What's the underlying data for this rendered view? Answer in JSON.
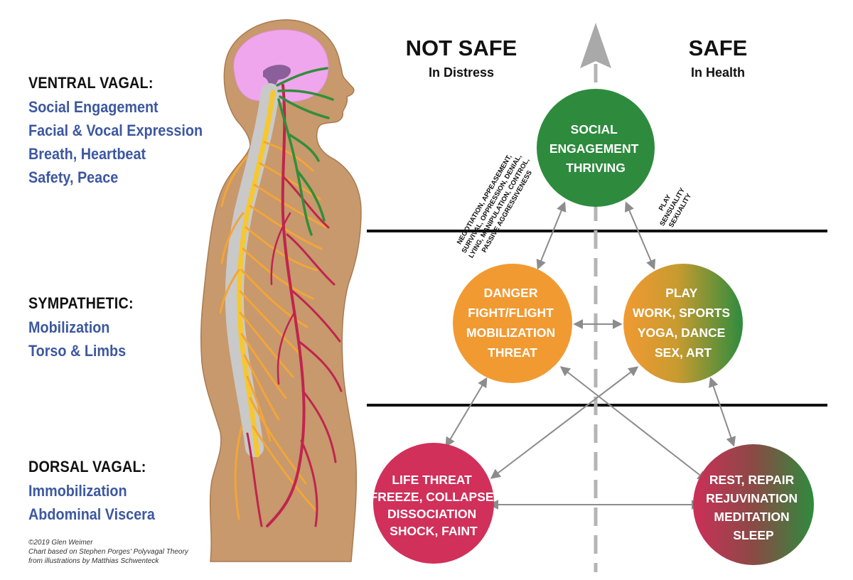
{
  "left_labels": {
    "ventral": {
      "title": "VENTRAL VAGAL:",
      "lines": [
        "Social Engagement",
        "Facial & Vocal Expression",
        "Breath, Heartbeat",
        "Safety, Peace"
      ]
    },
    "sympathetic": {
      "title": "SYMPATHETIC:",
      "lines": [
        "Mobilization",
        "Torso & Limbs"
      ]
    },
    "dorsal": {
      "title": "DORSAL VAGAL:",
      "lines": [
        "Immobilization",
        "Abdominal Viscera"
      ]
    }
  },
  "credits": [
    "©2019 Glen Weimer",
    "Chart based on Stephen Porges' Polyvagal Theory",
    "from illustrations by Matthias Schwenteck"
  ],
  "headers": {
    "not_safe": {
      "title": "NOT SAFE",
      "subtitle": "In Distress"
    },
    "safe": {
      "title": "SAFE",
      "subtitle": "In Health"
    }
  },
  "circles": {
    "social": {
      "lines": [
        "SOCIAL",
        "ENGAGEMENT",
        "THRIVING"
      ],
      "color": "#2e8b3e"
    },
    "danger": {
      "lines": [
        "DANGER",
        "FIGHT/FLIGHT",
        "MOBILIZATION",
        "THREAT"
      ],
      "color": "#f19a32"
    },
    "play": {
      "lines": [
        "PLAY",
        "WORK, SPORTS",
        "YOGA, DANCE",
        "SEX, ART"
      ],
      "color_from": "#f19a32",
      "color_to": "#2e8b3e"
    },
    "life_threat": {
      "lines": [
        "LIFE THREAT",
        "FREEZE, COLLAPSE",
        "DISSOCIATION",
        "SHOCK, FAINT"
      ],
      "color": "#d0305a"
    },
    "rest": {
      "lines": [
        "REST, REPAIR",
        "REJUVINATION",
        "MEDITATION",
        "SLEEP"
      ],
      "color_from": "#c8305a",
      "color_to": "#2e8b3e"
    }
  },
  "rotated_notes": {
    "not_safe_behaviors": [
      "NEGOTIATION, APPEASEMENT,",
      "SURVIVAL, OPPRESSION, DENIAL,",
      "LYING, MANIPULATION, CONTROL,",
      "PASSIVE AGGRESSIVENESS"
    ],
    "safe_behaviors": [
      "PLAY",
      "SENSUALITY",
      "SEXUALITY"
    ]
  }
}
